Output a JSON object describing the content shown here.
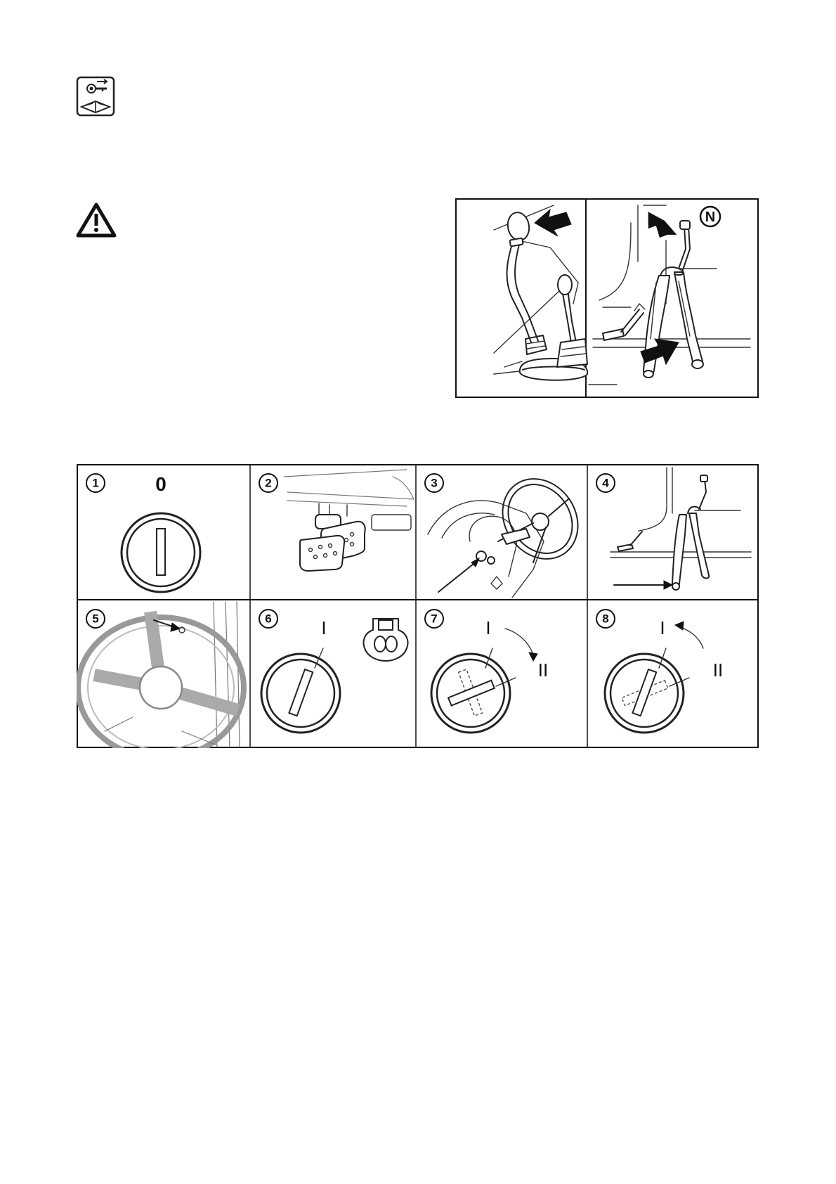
{
  "icons": {
    "manual": "key-and-manual-icon",
    "warning": "warning-triangle-icon"
  },
  "top_figure": {
    "neutral_label": "N"
  },
  "steps": [
    {
      "number": "1",
      "label": "0"
    },
    {
      "number": "2"
    },
    {
      "number": "3"
    },
    {
      "number": "4"
    },
    {
      "number": "5"
    },
    {
      "number": "6",
      "label": "I"
    },
    {
      "number": "7",
      "label": "I",
      "label2": "II"
    },
    {
      "number": "8",
      "label": "I",
      "label2": "II"
    }
  ]
}
